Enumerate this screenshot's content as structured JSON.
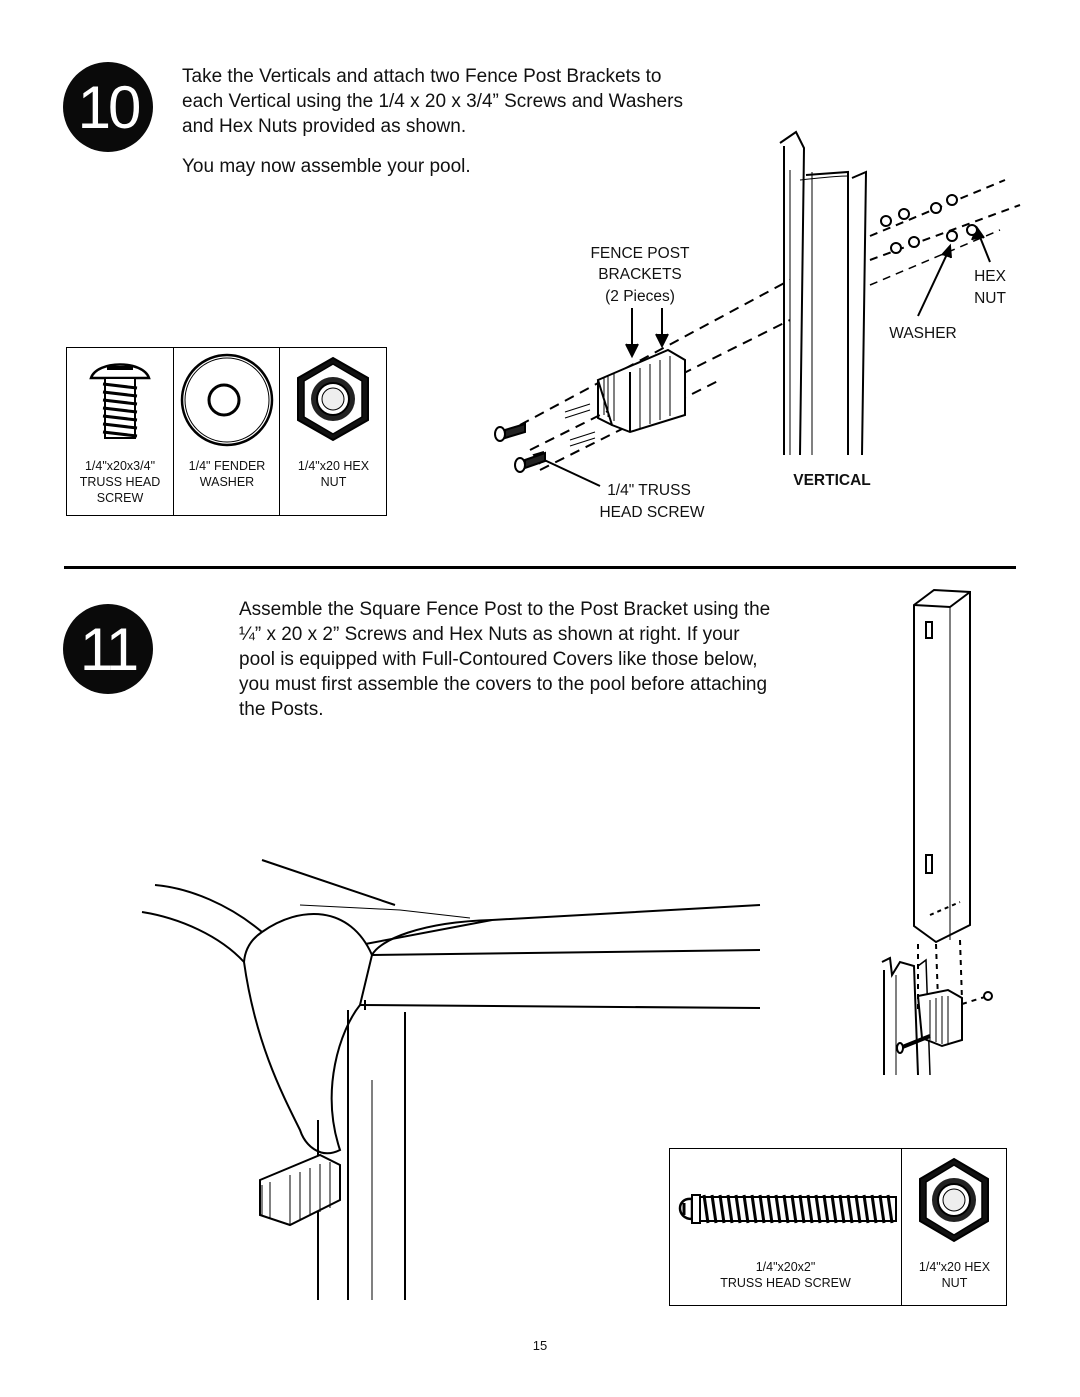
{
  "step10": {
    "number": "10",
    "lines": [
      "Take the Verticals and attach two Fence Post Brackets to",
      "each Vertical using the 1/4 x 20 x 3/4” Screws and Washers",
      "and Hex Nuts provided as shown."
    ],
    "note": "You may now assemble your pool.",
    "labels": {
      "fence_post_brackets": [
        "FENCE POST",
        "BRACKETS",
        "(2 Pieces)"
      ],
      "hex_nut": [
        "HEX",
        "NUT"
      ],
      "washer": "WASHER",
      "truss_screw": [
        "1/4\" TRUSS",
        "HEAD SCREW"
      ],
      "vertical": "VERTICAL"
    },
    "parts": [
      {
        "icon": "truss-head-screw-icon",
        "caption": [
          "1/4\"x20x3/4\"",
          "TRUSS HEAD",
          "SCREW"
        ]
      },
      {
        "icon": "fender-washer-icon",
        "caption": [
          "1/4\" FENDER",
          "WASHER"
        ]
      },
      {
        "icon": "hex-nut-icon",
        "caption": [
          "1/4\"x20 HEX",
          "NUT"
        ]
      }
    ]
  },
  "step11": {
    "number": "11",
    "lines": [
      "Assemble the Square Fence Post to the Post Bracket using the",
      "¼” x 20 x 2” Screws and Hex Nuts as shown at right.  If your",
      "pool is equipped with Full-Contoured Covers like those below,",
      "you must first assemble the covers to the pool before attaching",
      "the Posts."
    ],
    "parts": [
      {
        "icon": "long-truss-head-screw-icon",
        "caption": [
          "1/4\"x20x2\"",
          "TRUSS HEAD SCREW"
        ]
      },
      {
        "icon": "hex-nut-icon",
        "caption": [
          "1/4\"x20 HEX",
          "NUT"
        ]
      }
    ]
  },
  "page_number": "15"
}
